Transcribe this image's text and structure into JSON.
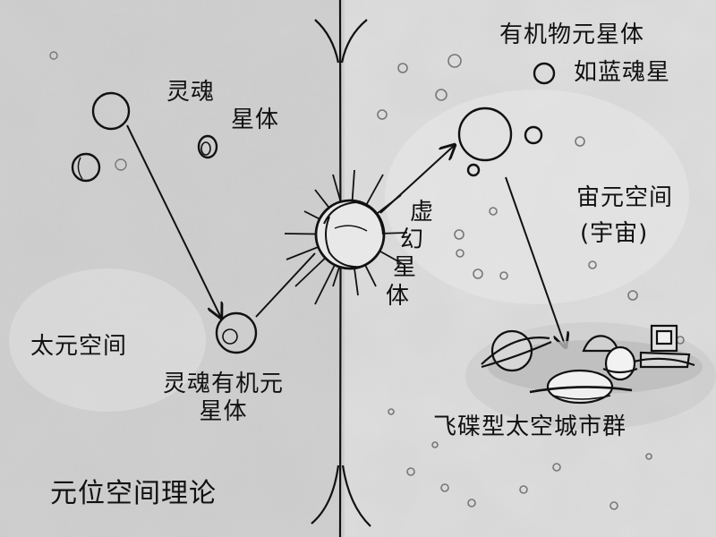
{
  "colors": {
    "background_left": "#d2d2d2",
    "background_right": "#e0e0e0",
    "ink": "#111111"
  },
  "labels": {
    "soul_star_body": [
      "灵魂",
      "星体"
    ],
    "organic_star_body": "有机物元星体",
    "like_blue_soul_star": "如蓝魂星",
    "universe_space": "宙元空间",
    "universe_space_alias": "(宇宙)",
    "virtual_star_body": [
      "虚",
      "幻",
      "星",
      "体"
    ],
    "taiyuan_space": "太元空间",
    "soul_organic_star_body": [
      "灵魂有机元",
      "星体"
    ],
    "ufo_city_cluster": "飞碟型太空城市群",
    "theory_title": "元位空间理论"
  }
}
